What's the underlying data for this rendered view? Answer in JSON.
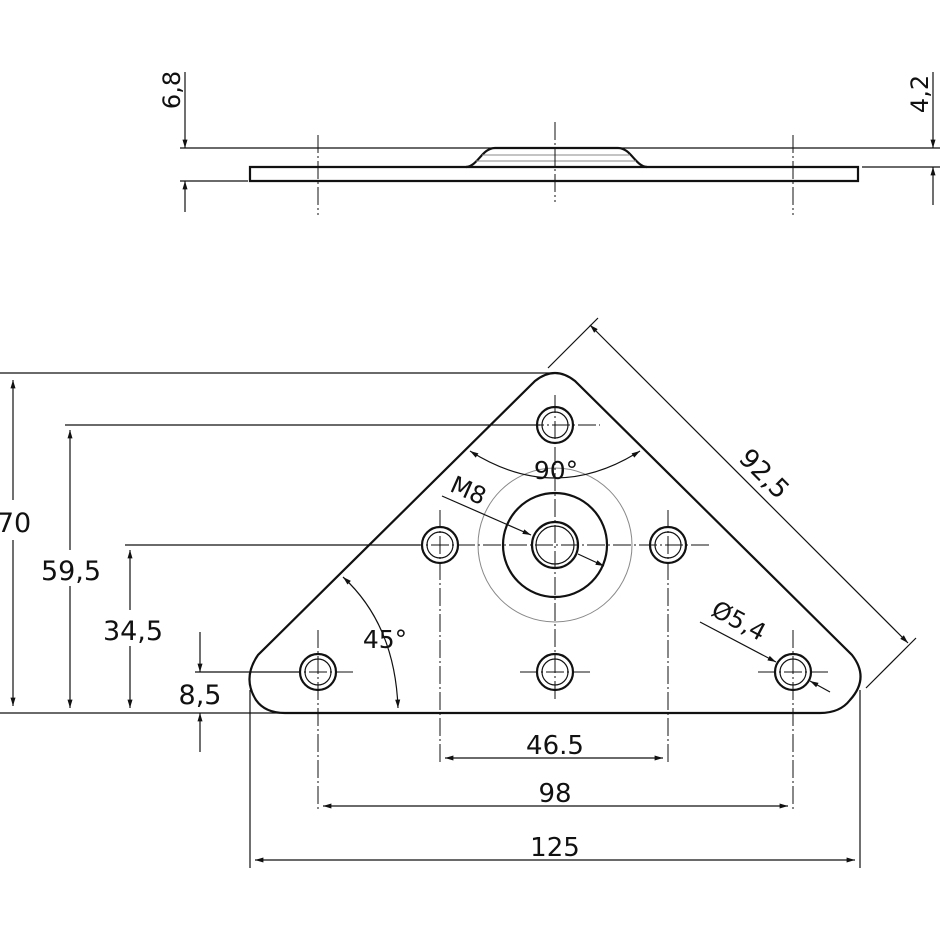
{
  "profile_view": {
    "overall_height": "6,8",
    "boss_height": "4,2"
  },
  "plan_view": {
    "height_total": "70",
    "height_top_hole": "59,5",
    "height_center": "34,5",
    "height_bottom_holes": "8,5",
    "width_inner_holes": "46.5",
    "width_outer_holes": "98",
    "width_total": "125",
    "edge_length": "92,5",
    "apex_angle": "90°",
    "base_angle": "45°",
    "thread": "M8",
    "hole_diameter": "Ø5,4"
  },
  "colors": {
    "line": "#111111",
    "construction": "#888888"
  }
}
